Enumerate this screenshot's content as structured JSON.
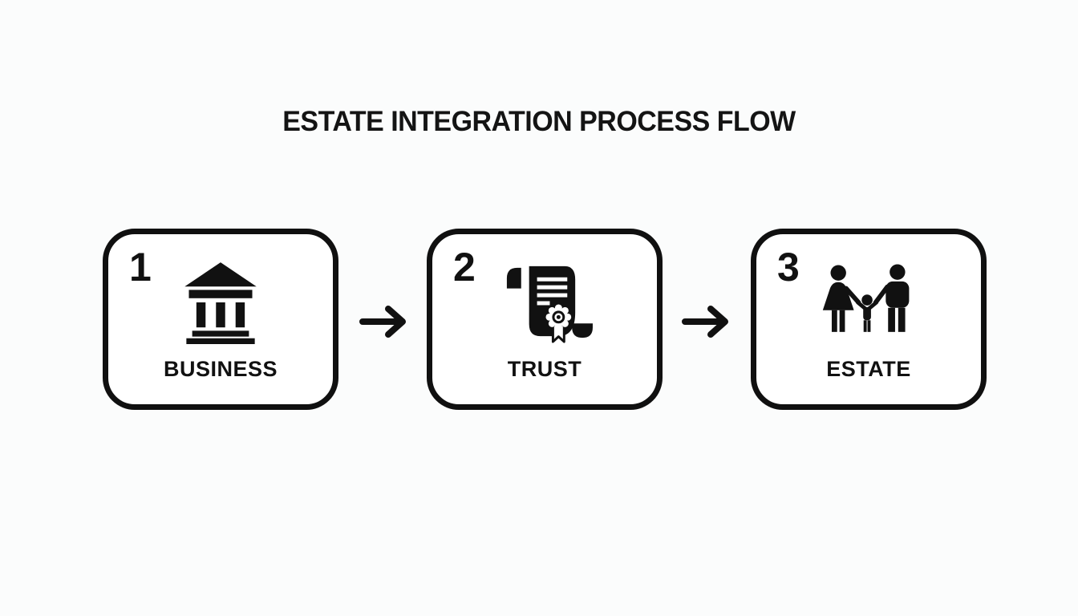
{
  "title": "ESTATE INTEGRATION PROCESS FLOW",
  "colors": {
    "background": "#fbfcfc",
    "ink": "#111111",
    "box_fill": "#ffffff"
  },
  "steps": [
    {
      "number": "1",
      "label": "BUSINESS",
      "icon": "bank-building-icon"
    },
    {
      "number": "2",
      "label": "TRUST",
      "icon": "trust-document-scroll-icon"
    },
    {
      "number": "3",
      "label": "ESTATE",
      "icon": "family-icon"
    }
  ],
  "connectors": [
    {
      "type": "arrow-right"
    },
    {
      "type": "arrow-right"
    }
  ]
}
